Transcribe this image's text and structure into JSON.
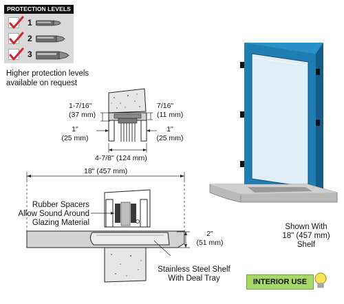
{
  "protection": {
    "title": "PROTECTION LEVELS",
    "levels": [
      "1",
      "2",
      "3"
    ],
    "note_line1": "Higher protection levels",
    "note_line2": "available on request"
  },
  "top_detail": {
    "dim_left_1": "1-7/16''",
    "dim_left_2": "(37 mm)",
    "dim_right_1": "7/16\"",
    "dim_right_2": "(11 mm)",
    "dim_side_left_1": "1''",
    "dim_side_left_2": "(25 mm)",
    "dim_side_right_1": "1''",
    "dim_side_right_2": "(25 mm)",
    "dim_bottom": "4-7/8'' (124 mm)"
  },
  "bottom_detail": {
    "dim_width": "18\" (457 mm)",
    "spacer_line1": "Rubber Spacers",
    "spacer_line2": "Allow Sound Around",
    "spacer_line3": "Glazing Material",
    "shelf_height_1": "2\"",
    "shelf_height_2": "(51 mm)",
    "shelf_line1": "Stainless Steel Shelf",
    "shelf_line2": "With Deal Tray"
  },
  "product": {
    "caption_line1": "Shown With",
    "caption_line2": "18\" (457 mm)",
    "caption_line3": "Shelf"
  },
  "badge": {
    "label": "INTERIOR USE"
  },
  "colors": {
    "frame_blue": "#1f7fb5",
    "check_red": "#d4252a",
    "badge_green": "#a6d86a",
    "concrete": "#e2e2e2"
  }
}
